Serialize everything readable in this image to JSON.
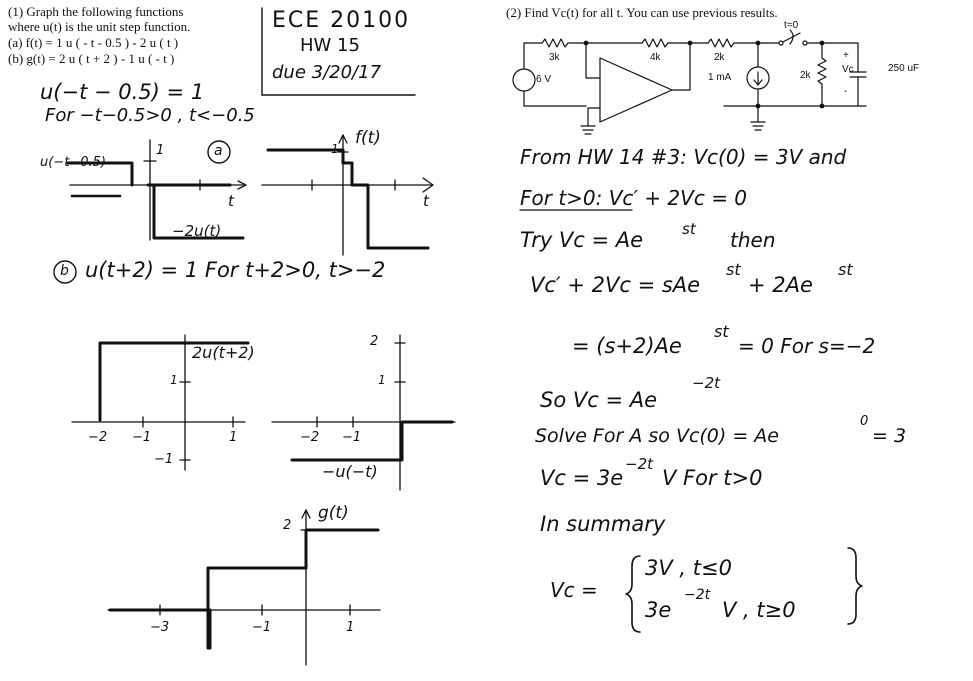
{
  "problem1": {
    "line1": "(1) Graph the following functions",
    "line2": "where u(t) is the unit step function.",
    "part_a": "(a) f(t) = 1 u ( - t - 0.5 ) - 2 u ( t )",
    "part_b": "(b) g(t) = 2 u ( t + 2 ) - 1 u ( - t )"
  },
  "header": {
    "course": "ECE 20100",
    "hw": "HW 15",
    "due": "due 3/20/17"
  },
  "work_a": {
    "eq1": "u(−t − 0.5) = 1",
    "eq2": "For −t−0.5>0 ,  t<−0.5",
    "circle_a": "a",
    "lbl_u": "u(−t−0.5)",
    "tick1": "1",
    "lbl_2u": "−2u(t)",
    "lbl_t": "t",
    "lbl_ft": "f(t)",
    "tick_f1": "1",
    "lbl_t2": "t"
  },
  "work_b": {
    "circle_b": "b",
    "eq": "u(t+2) = 1  For t+2>0, t>−2",
    "lbl_2u": "2u(t+2)",
    "tk_1": "1",
    "tk_m2": "−2",
    "tk_m1": "−1",
    "tk_p1": "1",
    "tk_neg1": "−1",
    "tk_2": "2",
    "tk_r1": "1",
    "tk_rm2": "−2",
    "tk_rm1": "−1",
    "lbl_mu": "−u(−t)",
    "lbl_gt": "g(t)",
    "tk_g2": "2",
    "tk_gm3": "−3",
    "tk_gm1": "−1",
    "tk_g1": "1"
  },
  "problem2": {
    "title": "(2) Find Vc(t) for all t. You can use previous results.",
    "r1": "3k",
    "r2": "4k",
    "r3": "2k",
    "src_v": "6 V",
    "src_i": "1 mA",
    "r4": "2k",
    "vc": "Vc",
    "cap": "250 uF",
    "sw": "t=0",
    "plus": "+",
    "minus": "-"
  },
  "solution": {
    "l1": "From HW 14 #3:  Vc(0) = 3V  and",
    "l2": "For t>0:  Vc′ + 2Vc = 0",
    "l3a": "Try  Vc = Ae",
    "l3sup": "st",
    "l3b": "then",
    "l4a": "Vc′ + 2Vc = sAe",
    "l4sup1": "st",
    "l4b": "+ 2Ae",
    "l4sup2": "st",
    "l5a": "= (s+2)Ae",
    "l5sup": "st",
    "l5b": "= 0  For s=−2",
    "l6a": "So  Vc = Ae",
    "l6sup": "−2t",
    "l7a": "Solve For A so  Vc(0) = Ae",
    "l7sup": "0",
    "l7b": "= 3",
    "l8a": "Vc = 3e",
    "l8sup": "−2t",
    "l8b": "V  For t>0",
    "l9": "In summary",
    "vc": "Vc =",
    "case1": "3V ,  t≤0",
    "case2a": "3e",
    "case2sup": "−2t",
    "case2b": "V , t≥0"
  }
}
